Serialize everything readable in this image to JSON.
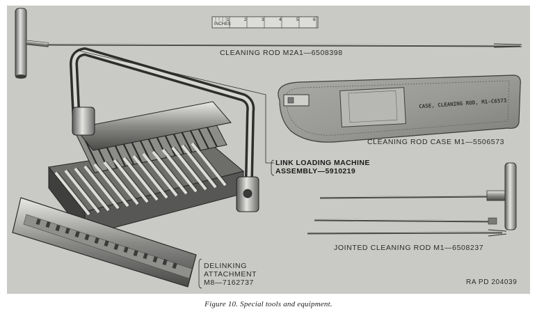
{
  "ruler": {
    "unit_label": "INCHES",
    "ticks": [
      "1",
      "2",
      "3",
      "4",
      "5",
      "6"
    ]
  },
  "labels": {
    "cleaning_rod": "CLEANING ROD M2A1—6508398",
    "rod_case": "CLEANING ROD CASE M1—5506573",
    "case_printing": "CASE, CLEANING ROD, M1-C6573",
    "link_loader_line1": "LINK LOADING MACHINE",
    "link_loader_line2": "ASSEMBLY—5910219",
    "jointed_rod": "JOINTED CLEANING ROD M1—6508237",
    "delinking_line1": "DELINKING",
    "delinking_line2": "ATTACHMENT",
    "delinking_line3": "M8—7162737",
    "ra_pd": "RA PD  204039"
  },
  "caption": {
    "text": "Figure 10.   Special tools and equipment."
  }
}
